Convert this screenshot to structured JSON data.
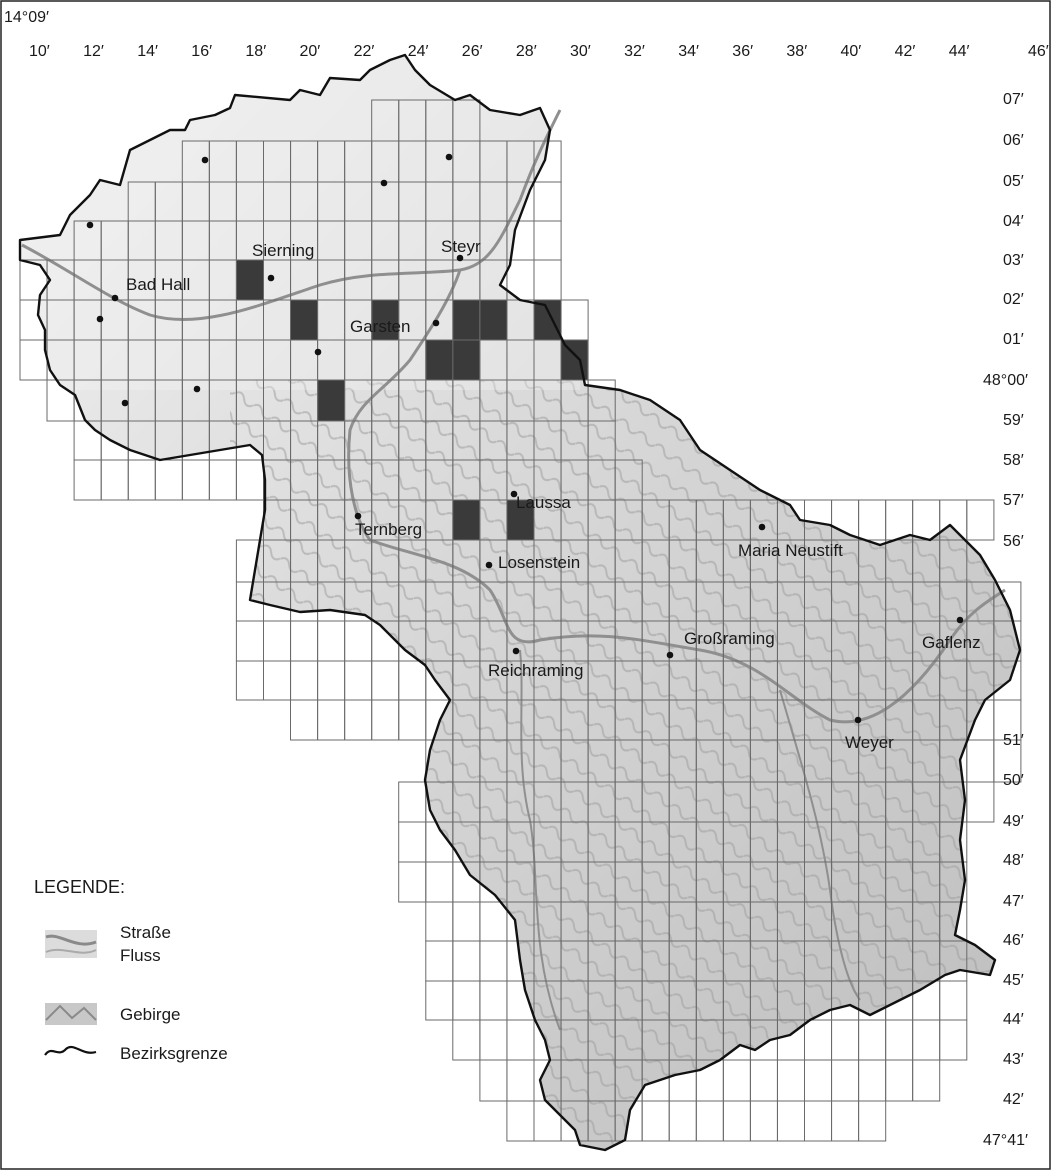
{
  "map": {
    "corner_label": "14°09′",
    "longitude_labels": [
      "10′",
      "12′",
      "14′",
      "16′",
      "18′",
      "20′",
      "22′",
      "24′",
      "26′",
      "28′",
      "30′",
      "32′",
      "34′",
      "36′",
      "38′",
      "40′",
      "42′",
      "44′",
      "46′"
    ],
    "latitude_labels": [
      "07′",
      "06′",
      "05′",
      "04′",
      "03′",
      "02′",
      "01′",
      "48°00′",
      "59′",
      "58′",
      "57′",
      "56′",
      "51′",
      "50′",
      "49′",
      "48′",
      "47′",
      "46′",
      "45′",
      "44′",
      "43′",
      "42′",
      "47°41′"
    ]
  },
  "towns": [
    {
      "name": "Bad Hall"
    },
    {
      "name": "Sierning"
    },
    {
      "name": "Steyr"
    },
    {
      "name": "Garsten"
    },
    {
      "name": "Laussa"
    },
    {
      "name": "Ternberg"
    },
    {
      "name": "Losenstein"
    },
    {
      "name": "Maria Neustift"
    },
    {
      "name": "Reichraming"
    },
    {
      "name": "Großraming"
    },
    {
      "name": "Gaflenz"
    },
    {
      "name": "Weyer"
    }
  ],
  "legend": {
    "heading": "LEGENDE:",
    "road": "Straße",
    "river": "Fluss",
    "mountains": "Gebirge",
    "border": "Bezirksgrenze"
  },
  "colors": {
    "occupied_cell": "#3a3a3a",
    "grid_line": "#6a6a6a",
    "border_line": "#111111",
    "terrain_light": "#ececec",
    "terrain_dark": "#b5b5b5",
    "river": "#9a9a9a"
  }
}
